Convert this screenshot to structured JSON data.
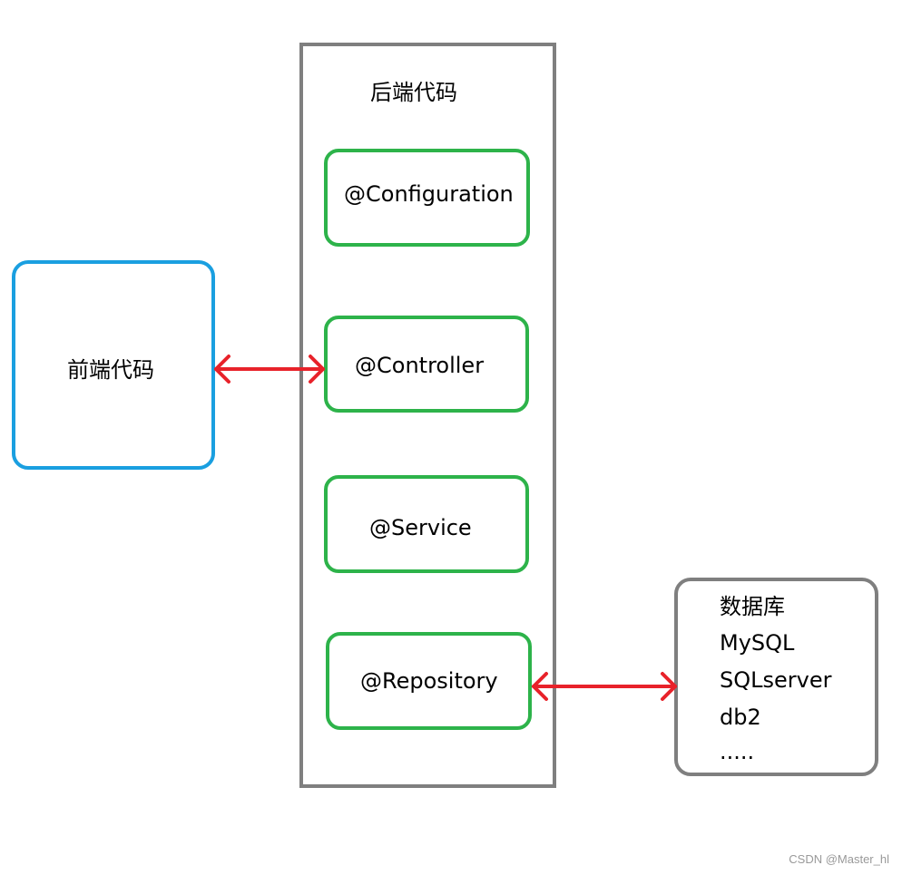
{
  "frontend": {
    "label": "前端代码"
  },
  "backend": {
    "title": "后端代码",
    "layers": [
      {
        "label": "@Configuration"
      },
      {
        "label": "@Controller"
      },
      {
        "label": "@Service"
      },
      {
        "label": "@Repository"
      }
    ]
  },
  "database": {
    "lines": [
      "数据库",
      "MySQL",
      "SQLserver",
      "db2",
      "....."
    ]
  },
  "colors": {
    "frontend_border": "#1a9fe0",
    "backend_border": "#7f7f7f",
    "layer_border": "#2db34a",
    "database_border": "#7f7f7f",
    "arrow": "#e8222a"
  },
  "watermark": "CSDN @Master_hl"
}
